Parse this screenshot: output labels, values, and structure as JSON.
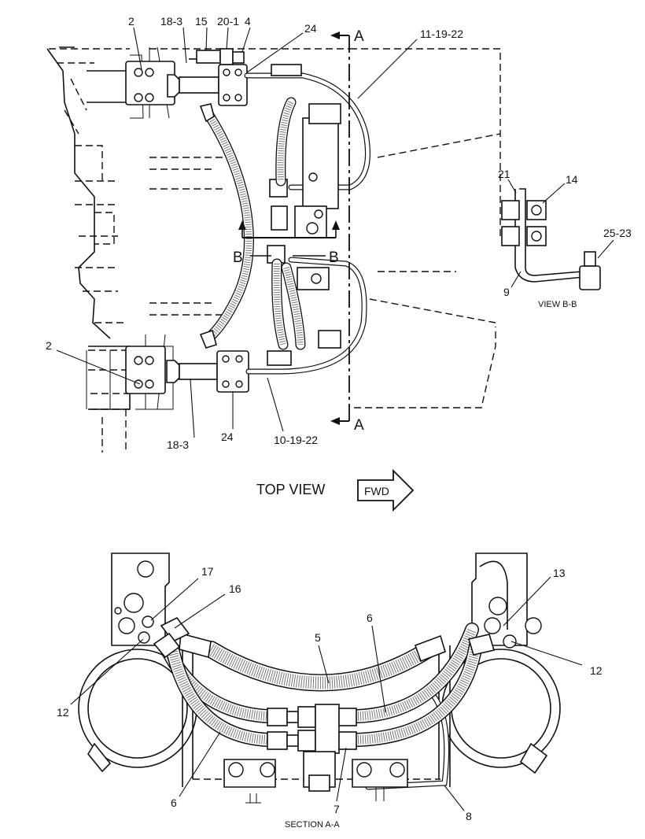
{
  "top_view": {
    "labels": {
      "part_2_top": "2",
      "part_18_3_top": "18-3",
      "part_15": "15",
      "part_20_1": "20-1",
      "part_4": "4",
      "part_24_top": "24",
      "part_11_19_22": "11-19-22",
      "part_2_bottom": "2",
      "part_18_3_bottom": "18-3",
      "part_24_bottom": "24",
      "part_10_19_22": "10-19-22"
    },
    "section_letter_top": "A",
    "section_letter_bottom": "A",
    "view_letter_left": "B",
    "view_letter_right": "B",
    "title": "TOP VIEW",
    "direction_label": "FWD"
  },
  "view_b_b": {
    "labels": {
      "part_21": "21",
      "part_14": "14",
      "part_25_23": "25-23",
      "part_9": "9"
    },
    "title": "VIEW B-B"
  },
  "section_a_a": {
    "labels": {
      "part_17": "17",
      "part_16": "16",
      "part_13": "13",
      "part_5": "5",
      "part_6_top": "6",
      "part_12_left": "12",
      "part_12_right": "12",
      "part_6_bottom": "6",
      "part_7": "7",
      "part_8": "8"
    },
    "title": "SECTION A-A"
  }
}
